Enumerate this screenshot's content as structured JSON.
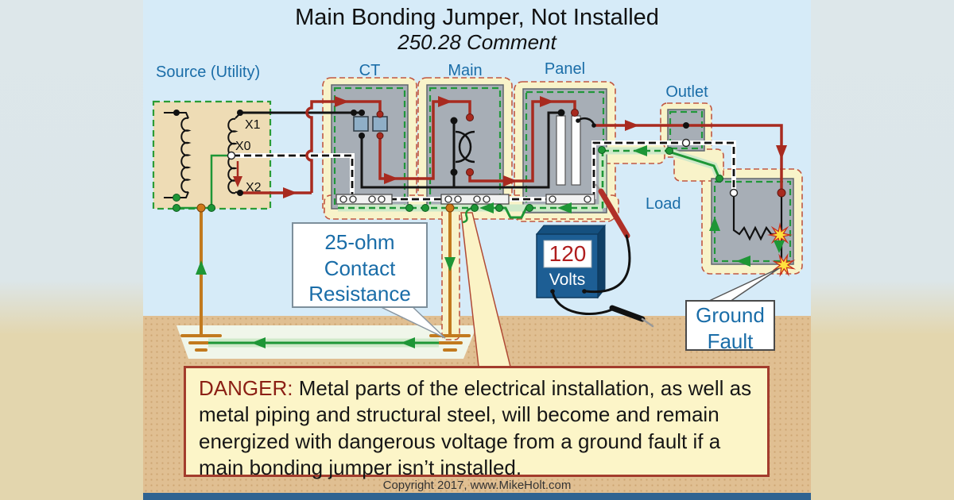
{
  "title": "Main Bonding Jumper, Not Installed",
  "subtitle": "250.28 Comment",
  "labels": {
    "source": "Source (Utility)",
    "ct": "CT",
    "main": "Main",
    "panel": "Panel",
    "outlet": "Outlet",
    "load": "Load"
  },
  "terminals": {
    "x1": "X1",
    "x0": "X0",
    "x2": "X2"
  },
  "callouts": {
    "contact_resistance": "25-ohm Contact Resistance",
    "ground_fault": "Ground Fault"
  },
  "meter": {
    "reading": "120",
    "unit": "Volts"
  },
  "warning": {
    "danger_label": "DANGER:",
    "body": "Metal parts of the electrical installation, as well as metal piping and structural steel, will become and remain energized with dangerous voltage from a ground fault if a main bonding jumper isn’t installed."
  },
  "footer": {
    "copyright": "Copyright 2017, www.MikeHolt.com"
  },
  "colors": {
    "label_blue": "#1a6da8",
    "danger_red": "#8b1f14",
    "hot_wire_red": "#a82a1f",
    "ground_green": "#1e9636",
    "gec_orange": "#c27a1e",
    "meter_blue": "#1d5e94",
    "energized_halo": "#f8f3c9",
    "enclosure_gray": "#a7aeb6",
    "sky": "#d6ebf8",
    "earth": "#e0bf92"
  }
}
